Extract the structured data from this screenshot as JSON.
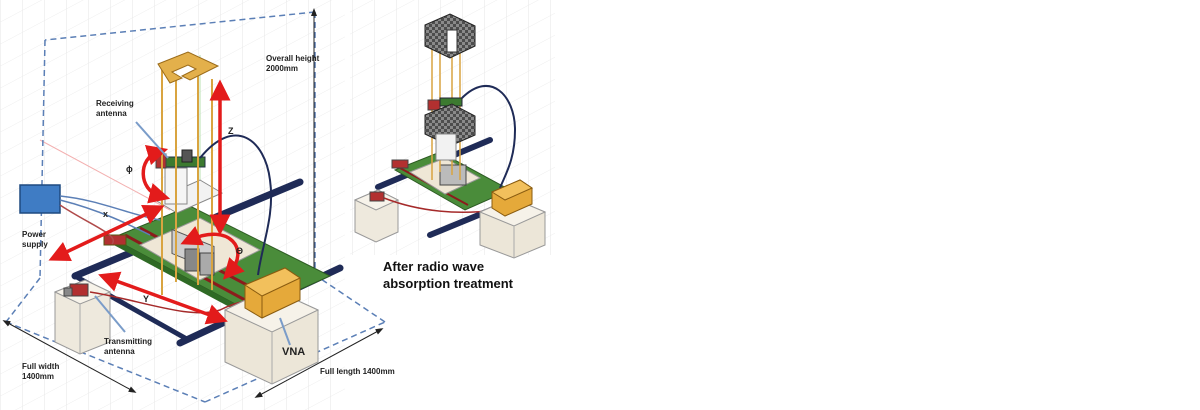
{
  "labels": {
    "overall_height_1": "Overall height",
    "overall_height_2": "2000mm",
    "receiving_1": "Receiving",
    "receiving_2": "antenna",
    "power_1": "Power",
    "power_2": "supply",
    "transmitting_1": "Transmitting",
    "transmitting_2": "antenna",
    "vna": "VNA",
    "full_width_1": "Full width",
    "full_width_2": "1400mm",
    "full_length": "Full length 1400mm",
    "axis_z": "Z",
    "axis_x": "x",
    "axis_y": "Y",
    "axis_phi": "ϕ",
    "axis_theta": "Θ",
    "after_1": "After radio wave",
    "after_2": "absorption treatment"
  },
  "colors": {
    "arrow_red": "#e31b1b",
    "dim_blue": "#5b7fb6",
    "cable_navy": "#1f2b57",
    "cable_red": "#a52a2a",
    "rod_gold": "#d9a440",
    "platform_green": "#4a8c3a",
    "vna_box": "#e5a93a",
    "power_box": "#3f7cc4",
    "absorber_gray": "#555555"
  }
}
